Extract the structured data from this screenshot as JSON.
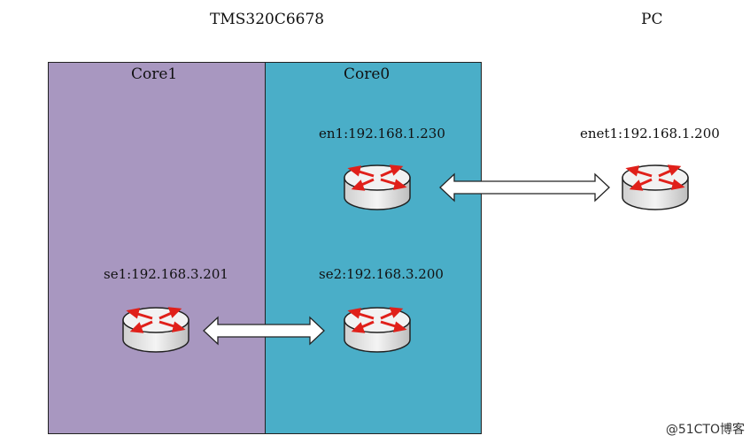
{
  "titles": {
    "chip": "TMS320C6678",
    "pc": "PC"
  },
  "cores": {
    "core1": {
      "label": "Core1",
      "color": "#a897c0"
    },
    "core0": {
      "label": "Core0",
      "color": "#4aaec8"
    }
  },
  "interfaces": {
    "en1": "en1:192.168.1.230",
    "enet1": "enet1:192.168.1.200",
    "se1": "se1:192.168.3.201",
    "se2": "se2:192.168.3.200"
  },
  "watermark": "@51CTO博客",
  "colors": {
    "router_body": "#e8e8e8",
    "router_arrow": "#e0201a",
    "outline": "#222222"
  }
}
